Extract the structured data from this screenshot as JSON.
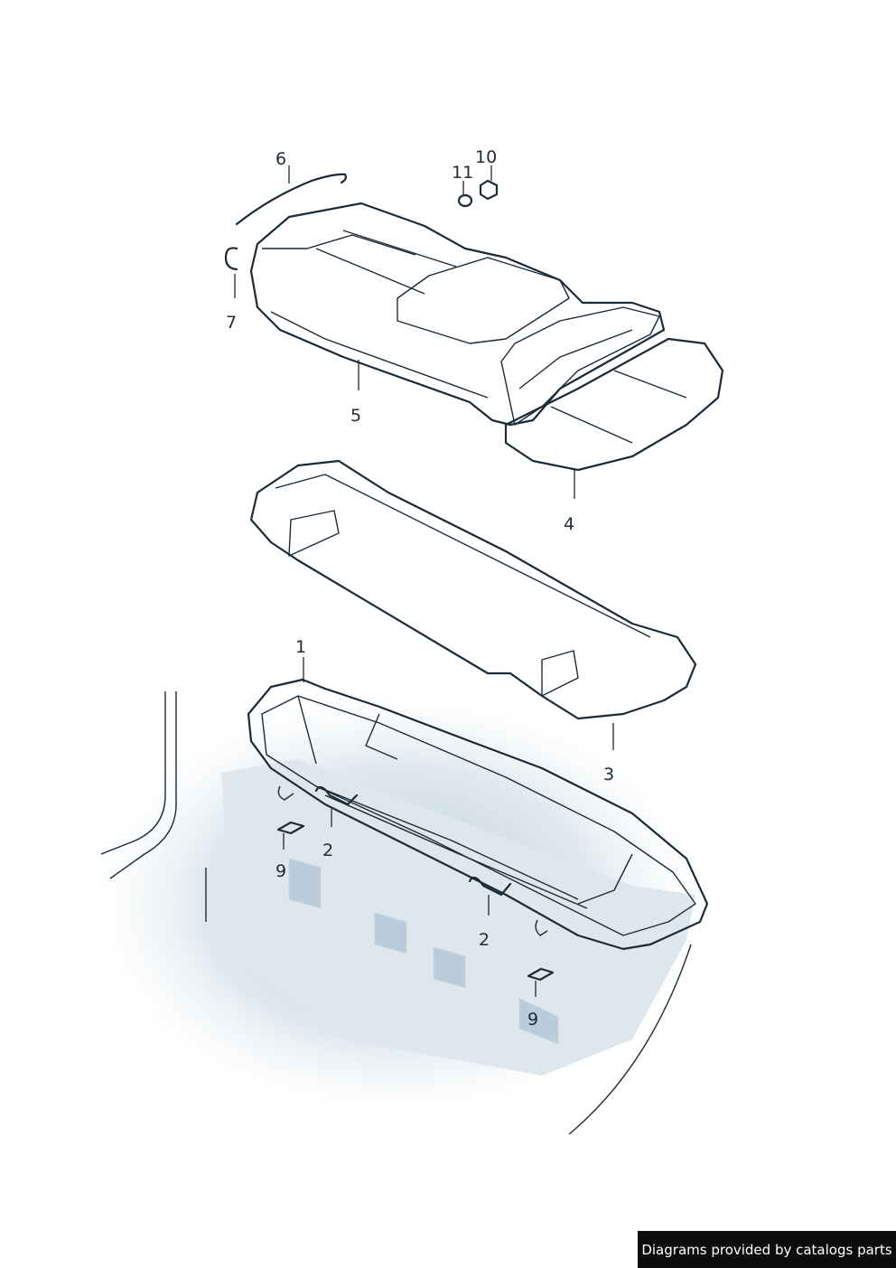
{
  "credit_text": "Diagrams provided by catalogs parts",
  "callouts": {
    "c1": "1",
    "c2a": "2",
    "c2b": "2",
    "c3": "3",
    "c4": "4",
    "c5": "5",
    "c6": "6",
    "c7": "7",
    "c9a": "9",
    "c9b": "9",
    "c10": "10",
    "c11": "11"
  },
  "colors": {
    "line": "#1a2a36",
    "seat_fill": "#dfe8ef",
    "seat_shade": "#b9ccd9",
    "foam_fill": "#c9d8e2",
    "body_shade": "#aec4d4",
    "credit_bg": "#0d0d0d"
  }
}
